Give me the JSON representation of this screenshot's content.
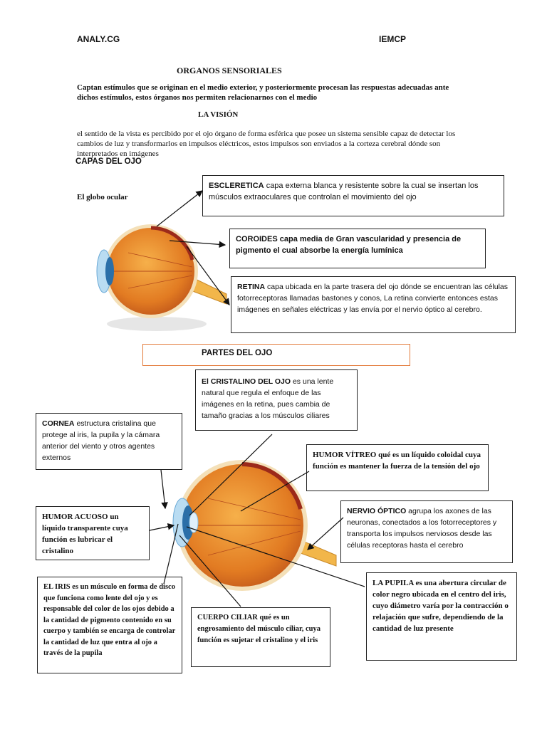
{
  "header": {
    "left": "ANALY.CG",
    "right": "IEMCP"
  },
  "title": "ORGANOS SENSORIALES",
  "intro": "Captan estímulos que se originan en el medio exterior, y posteriormente procesan las respuestas adecuadas ante dichos estímulos, estos órganos nos permiten relacionarnos con el medio",
  "vision": {
    "heading": "LA VISIÓN",
    "text": "el sentido de la vista es percibido por el ojo órgano de forma esférica que posee un sistema sensible capaz de detectar los cambios de luz y transformarlos en impulsos eléctricos, estos impulsos son enviados a la corteza cerebral dónde son interpretados en imágenes"
  },
  "layers": {
    "heading": "CAPAS DEL OJO",
    "globe_label": "El globo ocular",
    "esclerotica": {
      "term": "ESCLERETICA",
      "text": "capa externa blanca y resistente sobre la cual se insertan los músculos extraoculares que controlan el movimiento del ojo"
    },
    "coroides": {
      "term": "COROIDES",
      "text": "capa media de Gran vascularidad y presencia de pigmento el cual absorbe la energía lumínica"
    },
    "retina": {
      "term": "RETINA",
      "text": "capa ubicada en la parte trasera del ojo dónde se encuentran las células fotorreceptoras llamadas bastones y conos, La retina convierte entonces estas imágenes en señales eléctricas y las envía por el nervio óptico al cerebro."
    }
  },
  "parts": {
    "heading": "PARTES DEL OJO",
    "cristalino": {
      "term": "El CRISTALINO DEL OJO",
      "text": "es una lente natural que regula el enfoque de las imágenes en la retina, pues cambia de tamaño gracias a los músculos ciliares"
    },
    "cornea": {
      "term": "CORNEA",
      "text": "estructura cristalina que protege al iris, la pupila y la cámara anterior del viento y otros agentes externos"
    },
    "humor_vitreo": {
      "term": "HUMOR VÍTREO",
      "text": "qué es un líquido coloidal cuya función es mantener la fuerza de la tensión del ojo"
    },
    "humor_acuoso": {
      "term": "HUMOR ACUOSO",
      "text": "un líquido transparente cuya función es lubricar el cristalino"
    },
    "nervio_optico": {
      "term": "NERVIO ÓPTICO",
      "text": "agrupa los axones de las neuronas, conectados a los fotorreceptores y transporta los impulsos nerviosos desde las células receptoras hasta el cerebro"
    },
    "iris": {
      "term": "EL IRIS",
      "text": "es un músculo en forma de disco que funciona como lente del ojo y es responsable del color de los ojos debido a la cantidad de pigmento contenido en su cuerpo y también se encarga de controlar la cantidad de luz que entra al ojo a través de la pupila"
    },
    "cuerpo_ciliar": {
      "term": "CUERPO CILIAR",
      "text": "qué es un engrosamiento del músculo ciliar, cuya función es sujetar el cristalino y el iris"
    },
    "pupila": {
      "term": "LA PUPILA",
      "text": "es una abertura circular de color negro ubicada en el centro del iris, cuyo diámetro varía por la contracción o relajación que sufre, dependiendo de la cantidad de luz presente"
    }
  }
}
